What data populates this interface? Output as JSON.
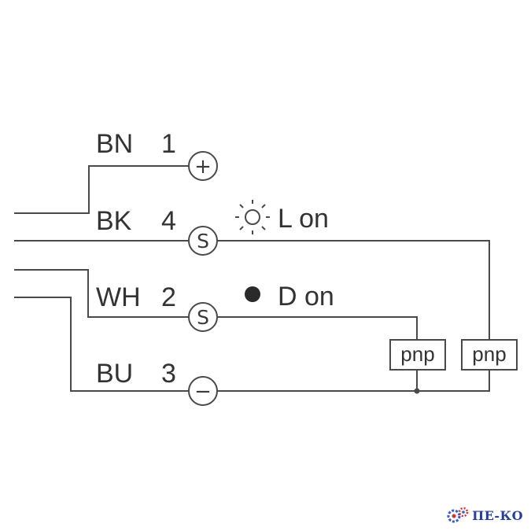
{
  "wires": [
    {
      "color_code": "BN",
      "pin": "1",
      "terminal": "+"
    },
    {
      "color_code": "BK",
      "pin": "4",
      "terminal": "S"
    },
    {
      "color_code": "WH",
      "pin": "2",
      "terminal": "S"
    },
    {
      "color_code": "BU",
      "pin": "3",
      "terminal": "−"
    }
  ],
  "indicators": {
    "light_on": "L on",
    "dark_on": "D on"
  },
  "outputs": [
    "pnp",
    "pnp"
  ],
  "logo": {
    "text": "ПЕ-КО"
  },
  "colors": {
    "line": "#4a4a4a",
    "text": "#333333",
    "logo": "#2a3f9a"
  }
}
